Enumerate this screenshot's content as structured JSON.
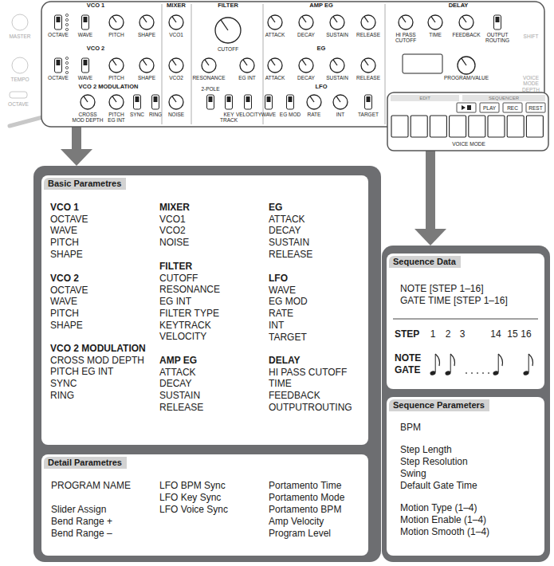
{
  "diagram": {
    "nodes": [
      {
        "text": [
          "Basic Parametres",
          "VCO 1",
          "OCTAVE",
          "WAVE",
          "PITCH",
          "SHAPE",
          "VCO 2",
          "OCTAVE",
          "WAVE",
          "PITCH",
          "SHAPE",
          "VCO 2 MODULATION",
          "CROSS MOD DEPTH",
          "PITCH EG INT",
          "SYNC",
          "RING",
          "MIXER",
          "VCO1",
          "VCO2",
          "NOISE",
          "FILTER",
          "CUTOFF",
          "RESONANCE",
          "EG INT",
          "FILTER TYPE",
          "KEYTRACK",
          "VELOCITY",
          "AMP EG",
          "ATTACK",
          "DECAY",
          "SUSTAIN",
          "RELEASE",
          "EG",
          "ATTACK",
          "DECAY",
          "SUSTAIN",
          "RELEASE",
          "LFO",
          "WAVE",
          "EG MOD",
          "RATE",
          "INT",
          "TARGET",
          "DELAY",
          "HI PASS CUTOFF",
          "TIME",
          "FEEDBACK",
          "OUTPUTROUTING"
        ]
      },
      {
        "text": [
          "Detail Parametres",
          "PROGRAM NAME",
          "Slider Assign",
          "Bend Range +",
          "Bend Range –",
          "LFO BPM Sync",
          "LFO Key Sync",
          "LFO Voice Sync",
          "Portamento Time",
          "Portamento Mode",
          "Portamento BPM",
          "Amp Velocity",
          "Program Level"
        ]
      },
      {
        "text": [
          "Sequence Data",
          "NOTE [STEP 1–16]",
          "GATE TIME [STEP 1–16]",
          "STEP",
          "1",
          "2",
          "3",
          "14",
          "15",
          "16",
          "NOTE",
          "GATE"
        ]
      },
      {
        "text": [
          "Sequence Parameters",
          "BPM",
          "Step Length",
          "Step Resolution",
          "Swing",
          "Default Gate Time",
          "Motion Type (1–4)",
          "Motion Enable (1–4)",
          "Motion Smooth (1–4)"
        ]
      }
    ],
    "labels": [
      "VCO 1",
      "OCTAVE",
      "WAVE",
      "PITCH",
      "SHAPE",
      "VCO 2",
      "OCTAVE",
      "WAVE",
      "PITCH",
      "SHAPE",
      "VCO 2 MODULATION",
      "CROSS MOD DEPTH",
      "PITCH EG INT",
      "SYNC",
      "RING",
      "MIXER",
      "VCO1",
      "VCO2",
      "NOISE",
      "FILTER",
      "CUTOFF",
      "RESONANCE",
      "EG INT",
      "2-POLE",
      "KEY TRACK",
      "VELOCITY",
      "AMP EG",
      "ATTACK",
      "DECAY",
      "SUSTAIN",
      "RELEASE",
      "EG",
      "ATTACK",
      "DECAY",
      "SUSTAIN",
      "RELEASE",
      "LFO",
      "WAVE",
      "EG MOD",
      "RATE",
      "INT",
      "TARGET",
      "DELAY",
      "HI PASS CUTOFF",
      "TIME",
      "FEEDBACK",
      "OUTPUT ROUTING",
      "PROGRAM/VALUE",
      "MASTER",
      "TEMPO",
      "OCTAVE",
      "SHIFT",
      "VOICE MODE DEPTH",
      "EDIT",
      "SEQUENCER",
      "PLAY",
      "REC",
      "REST",
      "VOICE MODE"
    ]
  }
}
